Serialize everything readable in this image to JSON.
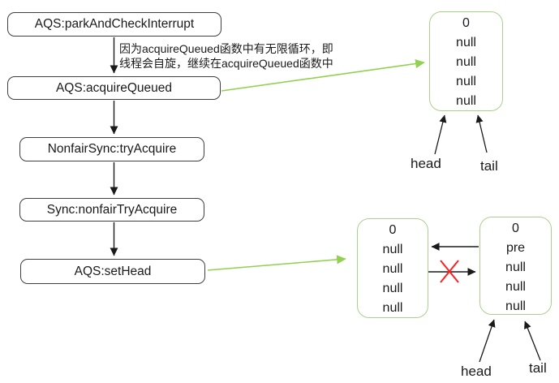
{
  "colors": {
    "flow_box_border": "#3f3f3f",
    "queue_node_border": "#a9d18e",
    "green_arrow": "#92d050",
    "black_arrow": "#1a1a1a",
    "red_cross": "#ff0000"
  },
  "flowchart": {
    "nodes": [
      {
        "label": "AQS:parkAndCheckInterrupt"
      },
      {
        "label": "AQS:acquireQueued"
      },
      {
        "label": "NonfairSync:tryAcquire"
      },
      {
        "label": "Sync:nonfairTryAcquire"
      },
      {
        "label": "AQS:setHead"
      }
    ],
    "annotation_line1": "因为acquireQueued函数中有无限循环，即",
    "annotation_line2": "线程会自旋，继续在acquireQueued函数中"
  },
  "top_queue": {
    "node_lines": [
      "0",
      "null",
      "null",
      "null",
      "null"
    ],
    "head_label": "head",
    "tail_label": "tail"
  },
  "bottom_queue": {
    "left_node_lines": [
      "0",
      "null",
      "null",
      "null",
      "null"
    ],
    "right_node_lines": [
      "0",
      "pre",
      "null",
      "null",
      "null"
    ],
    "head_label": "head",
    "tail_label": "tail"
  }
}
